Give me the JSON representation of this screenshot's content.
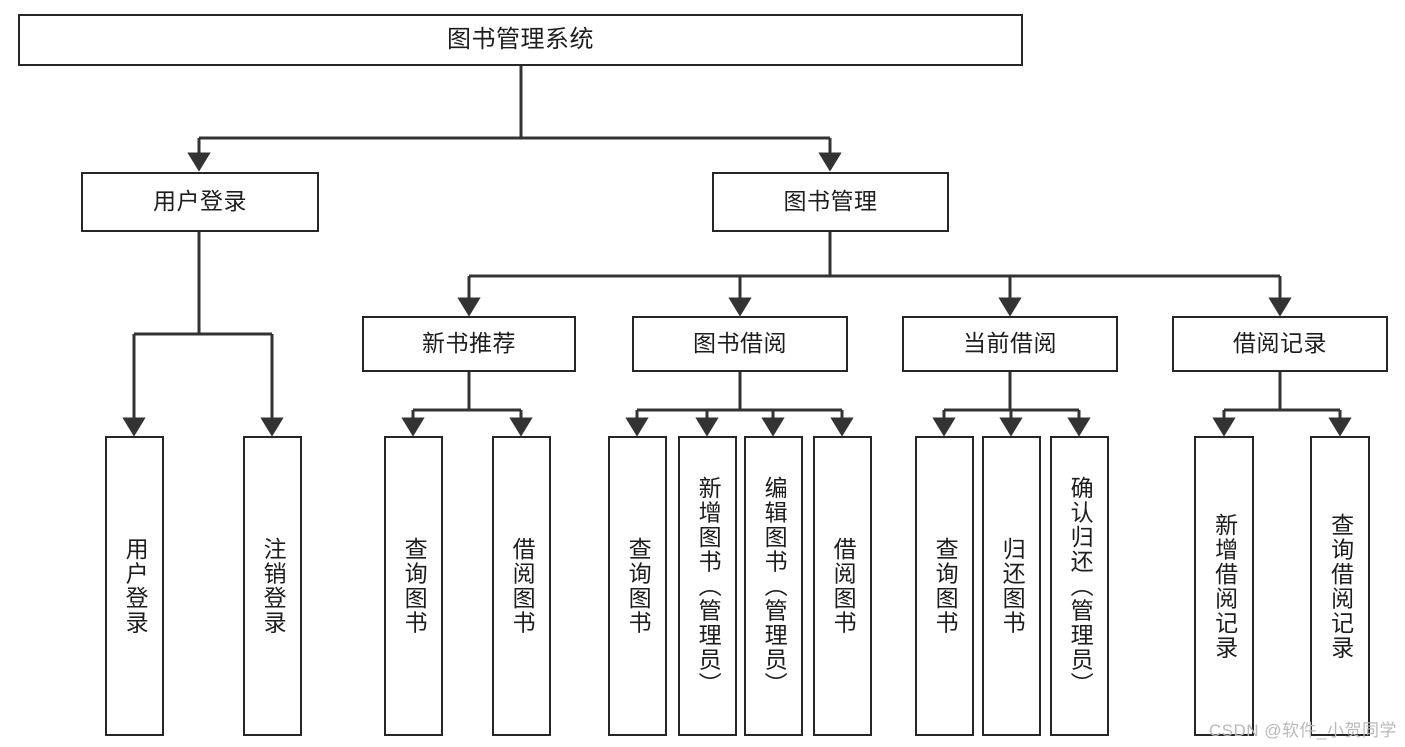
{
  "diagram": {
    "type": "tree-hierarchy",
    "title": "图书管理系统",
    "orientation": "top-down",
    "colors": {
      "box_border": "#262626",
      "box_fill": "#ffffff",
      "connector": "#333333",
      "text": "#1d1d1d",
      "watermark": "#b9b9b9",
      "background": "#ffffff"
    },
    "nodes": {
      "root": {
        "label": "图书管理系统"
      },
      "level1": [
        {
          "id": "user-login",
          "label": "用户登录"
        },
        {
          "id": "book-management",
          "label": "图书管理"
        }
      ],
      "level2": [
        {
          "id": "new-book-recommend",
          "label": "新书推荐",
          "parent": "book-management"
        },
        {
          "id": "book-borrow",
          "label": "图书借阅",
          "parent": "book-management"
        },
        {
          "id": "current-borrow",
          "label": "当前借阅",
          "parent": "book-management"
        },
        {
          "id": "borrow-record",
          "label": "借阅记录",
          "parent": "book-management"
        }
      ],
      "leaves": {
        "user_login": [
          {
            "id": "leaf-user-login",
            "label": "用户登录"
          },
          {
            "id": "leaf-logout",
            "label": "注销登录"
          }
        ],
        "new_book_recommend": [
          {
            "id": "leaf-query-book-1",
            "label": "查询图书"
          },
          {
            "id": "leaf-borrow-book-1",
            "label": "借阅图书"
          }
        ],
        "book_borrow": [
          {
            "id": "leaf-query-book-2",
            "label": "查询图书"
          },
          {
            "id": "leaf-add-book",
            "label": "新增图书（管理员）"
          },
          {
            "id": "leaf-edit-book",
            "label": "编辑图书（管理员）"
          },
          {
            "id": "leaf-borrow-book-2",
            "label": "借阅图书"
          }
        ],
        "current_borrow": [
          {
            "id": "leaf-query-book-3",
            "label": "查询图书"
          },
          {
            "id": "leaf-return-book",
            "label": "归还图书"
          },
          {
            "id": "leaf-confirm-return",
            "label": "确认归还（管理员）"
          }
        ],
        "borrow_record": [
          {
            "id": "leaf-add-record",
            "label": "新增借阅记录"
          },
          {
            "id": "leaf-query-record",
            "label": "查询借阅记录"
          }
        ]
      }
    },
    "watermark": "CSDN @软件_小贺同学"
  }
}
